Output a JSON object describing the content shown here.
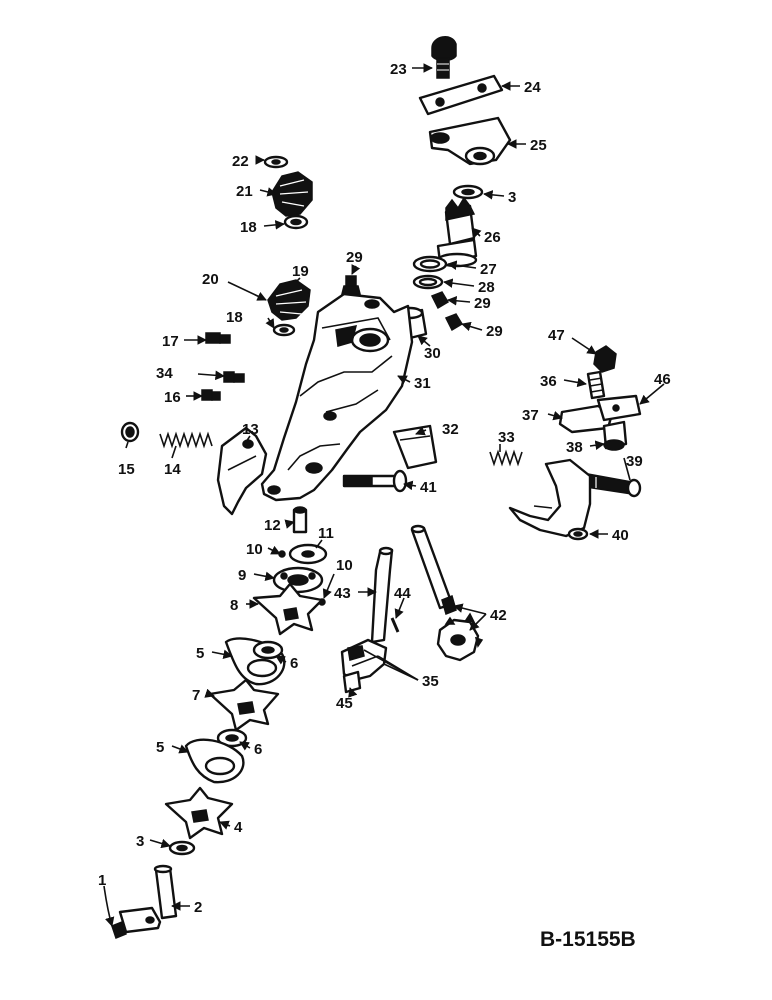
{
  "diagram_id": "B-15155B",
  "callouts": [
    "1",
    "2",
    "3",
    "3",
    "4",
    "5",
    "5",
    "6",
    "6",
    "7",
    "8",
    "9",
    "10",
    "10",
    "11",
    "12",
    "13",
    "14",
    "15",
    "16",
    "17",
    "18",
    "18",
    "19",
    "20",
    "21",
    "22",
    "23",
    "24",
    "25",
    "26",
    "27",
    "28",
    "29",
    "29",
    "29",
    "30",
    "31",
    "32",
    "33",
    "34",
    "35",
    "36",
    "37",
    "38",
    "39",
    "40",
    "41",
    "42",
    "43",
    "44",
    "45",
    "46",
    "47"
  ]
}
